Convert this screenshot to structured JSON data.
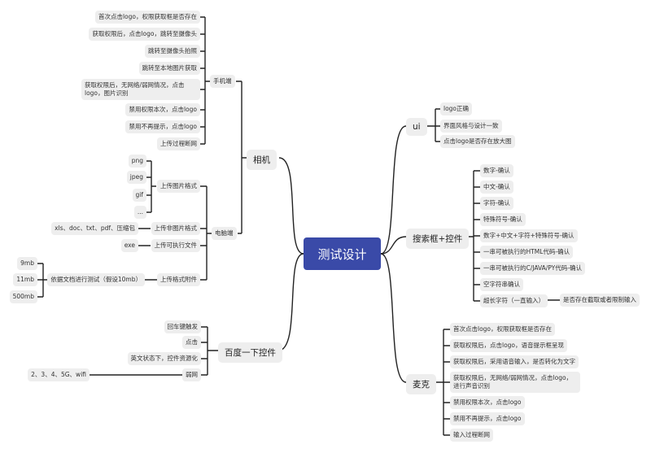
{
  "center": "测试设计",
  "camera": {
    "label": "相机",
    "phone": {
      "label": "手机端",
      "items": [
        "首次点击logo，权限获取框是否存在",
        "获取权限后，点击logo，跳转至摄像头",
        "跳转至摄像头拍照",
        "跳转至本地图片获取",
        "获取权限后，无网络/弱网情况，点击logo，图片识别",
        "禁用权限本次，点击logo",
        "禁用不再提示，点击logo",
        "上传过程断网"
      ]
    },
    "pc": {
      "label": "电脑端",
      "image_formats": {
        "label": "上传图片格式",
        "items": [
          "png",
          "jpeg",
          "gif",
          "..."
        ]
      },
      "non_image": {
        "label": "上传非图片格式",
        "child": "xls、doc、txt、pdf、压缩包"
      },
      "executable": {
        "label": "上传可执行文件",
        "child": "exe"
      },
      "attachment": {
        "label": "上传格式附件",
        "child": "依据文档进行测试（假设10mb）",
        "sizes": [
          "9mb",
          "11mb",
          "500mb"
        ]
      }
    }
  },
  "baidu": {
    "label": "百度一下控件",
    "items": [
      "回车键触发",
      "点击",
      "英文状态下，控件资源化",
      "弱网"
    ],
    "weak_child": "2、3、4、5G、wifi"
  },
  "ui": {
    "label": "ui",
    "items": [
      "logo正确",
      "界面风格与设计一致",
      "点击logo是否存在放大图"
    ]
  },
  "search": {
    "label": "搜索框+控件",
    "items": [
      "数字-确认",
      "中文-确认",
      "字符-确认",
      "特殊符号-确认",
      "数字+中文+字符+特殊符号-确认",
      "一串可被执行的HTML代码-确认",
      "一串可被执行的C/JAVA/PY代码-确认",
      "空字符串确认",
      "超长字符（一直输入）"
    ],
    "long_child": "是否存在截取或者限制输入"
  },
  "mic": {
    "label": "麦克",
    "items": [
      "首次点击logo，权限获取框是否存在",
      "获取权限后，点击logo，语音提示框呈现",
      "获取权限后，采用语音输入，是否转化为文字",
      "获取权限后，无网络/弱网情况，点击logo，进行声音识别",
      "禁用权限本次，点击logo",
      "禁用不再提示，点击logo",
      "输入过程断网"
    ]
  }
}
